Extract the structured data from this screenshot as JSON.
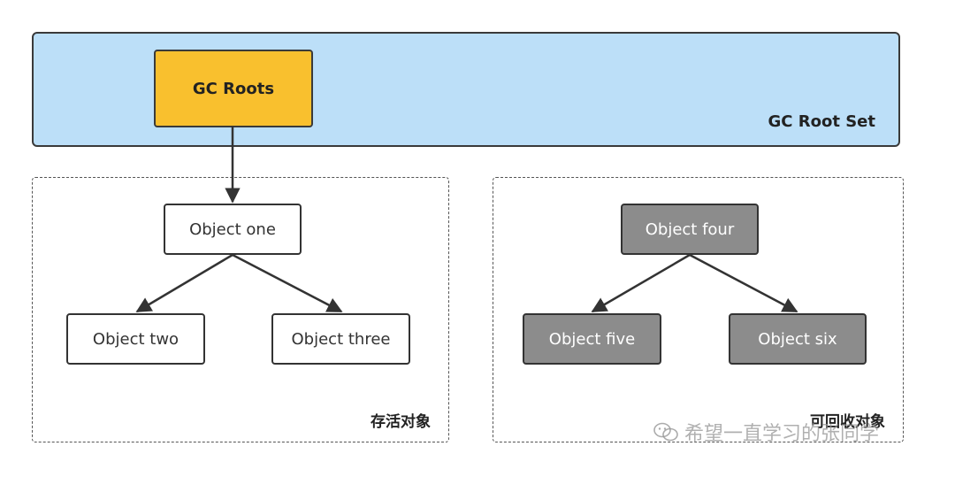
{
  "root_set": {
    "label": "GC Root Set",
    "root_label": "GC Roots"
  },
  "live_group": {
    "label": "存活对象",
    "objects": [
      "Object one",
      "Object two",
      "Object three"
    ]
  },
  "dead_group": {
    "label": "可回收对象",
    "objects": [
      "Object four",
      "Object five",
      "Object six"
    ]
  },
  "watermark": {
    "text": "希望一直学习的张同学",
    "icon": "wechat-icon"
  },
  "colors": {
    "root_set_fill": "#bcdff8",
    "gc_roots_fill": "#f9c02e",
    "reclaimable_fill": "#8c8c8c",
    "live_fill": "#ffffff"
  }
}
